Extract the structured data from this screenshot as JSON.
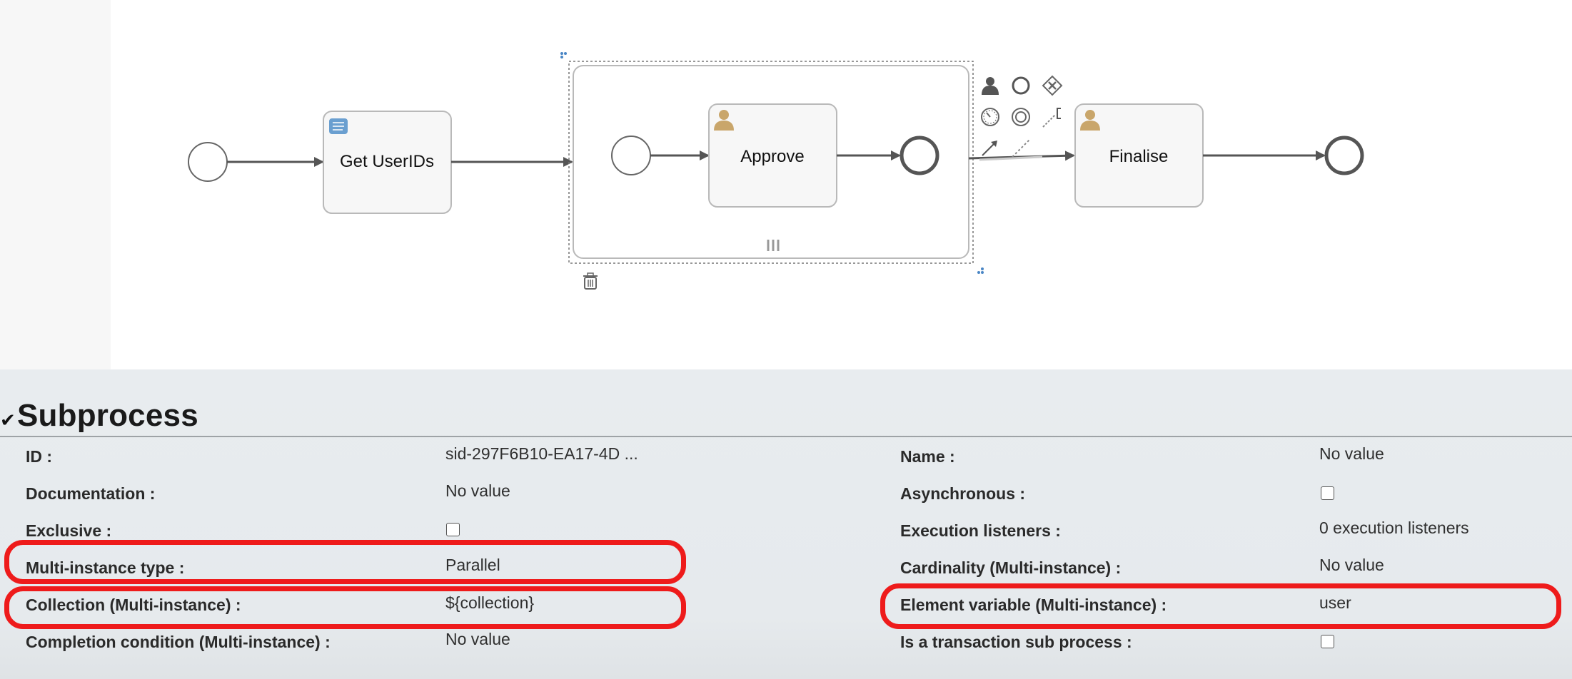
{
  "diagram": {
    "nodes": {
      "get_userids": "Get UserIDs",
      "approve": "Approve",
      "finalise": "Finalise"
    },
    "palette_icons": [
      "user-icon",
      "circle-icon",
      "gateway-x-icon",
      "timer-icon",
      "double-circle-icon",
      "annotation-icon",
      "connect-arrow-icon",
      "dotted-association-icon"
    ],
    "colors": {
      "task_fill": "#f7f7f7",
      "task_stroke": "#b9b9b9",
      "edge": "#555555",
      "user_icon": "#c9a66b",
      "script_icon": "#6a9fd0"
    }
  },
  "panel": {
    "title": "Subprocess",
    "left": [
      {
        "label": "ID :",
        "value": "sid-297F6B10-EA17-4D ..."
      },
      {
        "label": "Documentation :",
        "value": "No value"
      },
      {
        "label": "Exclusive :",
        "value": ""
      },
      {
        "label": "Multi-instance type :",
        "value": "Parallel"
      },
      {
        "label": "Collection (Multi-instance) :",
        "value": "${collection}"
      },
      {
        "label": "Completion condition (Multi-instance) :",
        "value": "No value"
      }
    ],
    "right": [
      {
        "label": "Name :",
        "value": "No value"
      },
      {
        "label": "Asynchronous :",
        "value": ""
      },
      {
        "label": "Execution listeners :",
        "value": "0 execution listeners"
      },
      {
        "label": "Cardinality (Multi-instance) :",
        "value": "No value"
      },
      {
        "label": "Element variable (Multi-instance) :",
        "value": "user"
      },
      {
        "label": "Is a transaction sub process :",
        "value": ""
      }
    ],
    "highlight_color": "#ee1b1b"
  }
}
